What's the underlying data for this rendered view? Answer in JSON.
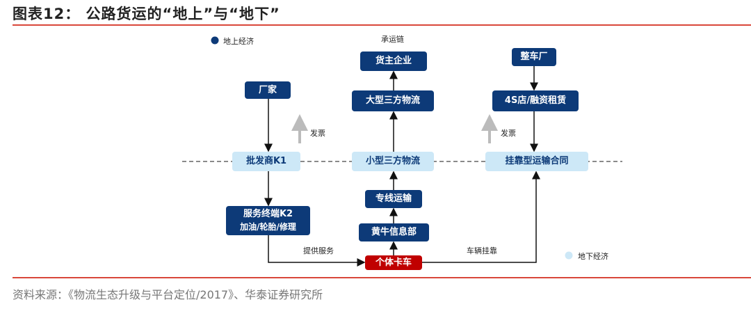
{
  "title": "图表12：  公路货运的“地上”与“地下”",
  "legend": {
    "above": "地上经济",
    "below": "地下经济"
  },
  "chain_label": "承运链",
  "nodes": {
    "huozhu": "货主企业",
    "zhengche": "整车厂",
    "changjia": "厂家",
    "daxing": "大型三方物流",
    "s4": "4S店/融资租赁",
    "pifa": "批发商K1",
    "xiaoxing": "小型三方物流",
    "guakao": "挂靠型运输合同",
    "zhuanxian": "专线运输",
    "k2_line1": "服务终端K2",
    "k2_line2": "加油/轮胎/修理",
    "huangniu": "黄牛信息部",
    "geti": "个体卡车"
  },
  "edge_labels": {
    "fapiao1": "发票",
    "fapiao2": "发票",
    "fuwu": "提供服务",
    "guakao": "车辆挂靠"
  },
  "colors": {
    "dark": "#0d3a78",
    "light": "#cde8f7",
    "red": "#c00000"
  },
  "source": "资料来源：《物流生态升级与平台定位/2017》、华泰证券研究所"
}
